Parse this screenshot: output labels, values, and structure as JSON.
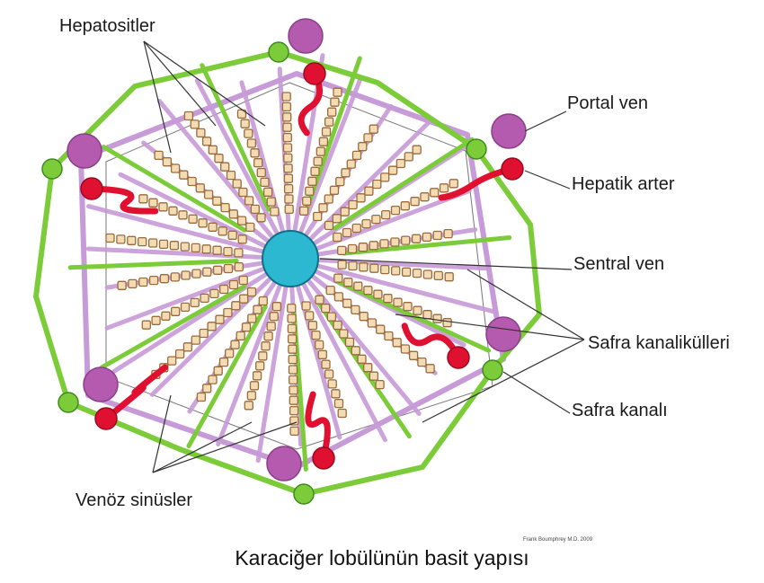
{
  "labels": {
    "hepatocytes": "Hepatositler",
    "portal_vein": "Portal  ven",
    "hepatic_artery": "Hepatik arter",
    "central_vein": "Sentral ven",
    "bile_canaliculi": "Safra kanalikülleri",
    "bile_duct": "Safra kanalı",
    "venous_sinusoids": "Venöz sinüsler"
  },
  "caption": "Karaciğer lobülünün basit yapısı",
  "credit": "Frank Boumphrey M.D. 2009",
  "colors": {
    "portal_vein": "#b45bb0",
    "hepatic_artery": "#e01030",
    "bile_duct": "#7ccc3a",
    "sinusoid": "#c79ad8",
    "central_vein": "#2bb8d0",
    "hepatocyte": "#f3dcb4",
    "hepatocyte_border": "#9a6a3a"
  }
}
